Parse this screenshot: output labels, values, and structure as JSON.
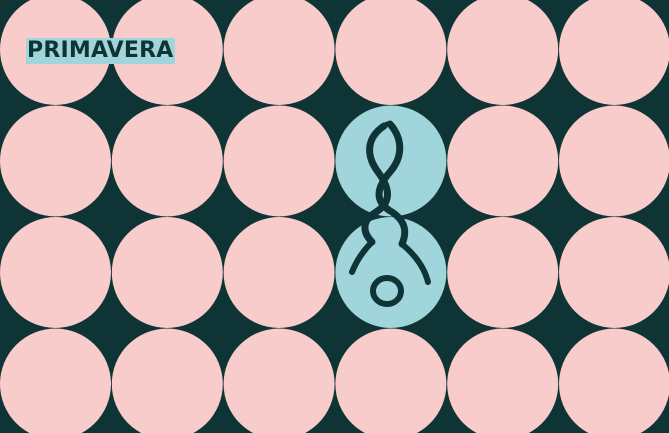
{
  "brand": {
    "label": "PRIMAVERA"
  },
  "colors": {
    "background": "#0f3436",
    "circle": "#f8cccb",
    "highlight_circle": "#a0d5dc",
    "emblem_stroke": "#0f3436",
    "label_background": "#a0d5dc",
    "label_text": "#0f3436"
  },
  "pattern": {
    "rows": 4,
    "columns": 6,
    "highlighted_cells": [
      [
        1,
        3
      ],
      [
        2,
        3
      ]
    ]
  },
  "icons": {
    "emblem": "stylized-figure-icon"
  }
}
